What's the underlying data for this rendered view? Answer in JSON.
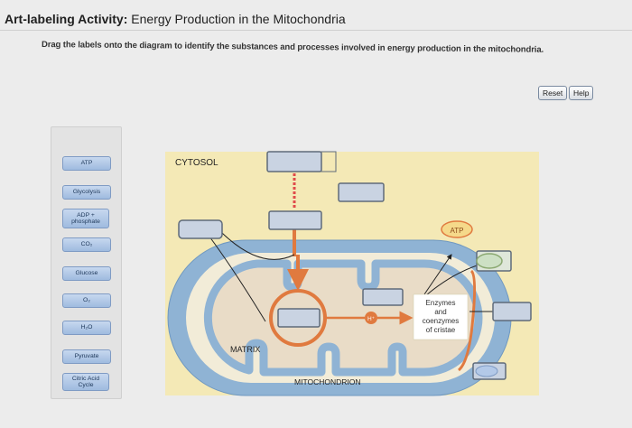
{
  "header": {
    "title_bold": "Art-labeling Activity:",
    "title_rest": " Energy Production in the Mitochondria"
  },
  "instructions": "Drag the labels onto the diagram to identify the substances and processes involved in energy production in the mitochondria.",
  "buttons": {
    "reset": "Reset",
    "help": "Help"
  },
  "labels": [
    "ATP",
    "Glycolysis",
    "ADP + phosphate",
    "CO₂",
    "Glucose",
    "O₂",
    "H₂O",
    "Pyruvate",
    "Citric Acid Cycle"
  ],
  "diagram": {
    "cytosol": "CYTOSOL",
    "matrix": "MATRIX",
    "mitochondrion": "MITOCHONDRION",
    "atp": "ATP",
    "h_ion": "H⁺",
    "enzymes_lines": [
      "Enzymes",
      "and",
      "coenzymes",
      "of cristae"
    ]
  },
  "colors": {
    "cytosol_bg": "#f4e9b6",
    "outer_membrane": "#8fb3d4",
    "matrix_bg": "#e9dcc7",
    "orange": "#e07a3f",
    "drop_zone": "#c9d3e2",
    "label_fill": "#b3c9e8"
  }
}
